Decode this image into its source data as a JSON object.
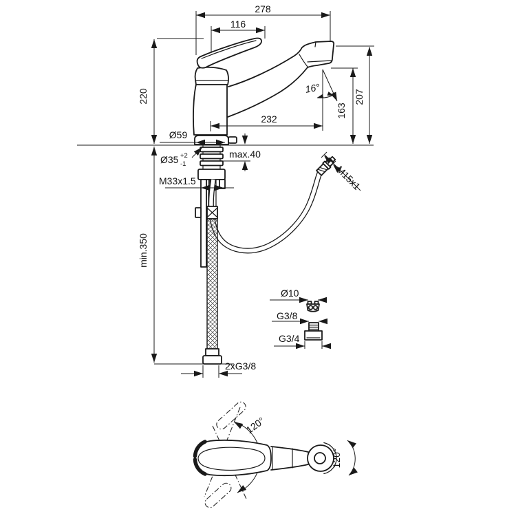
{
  "drawing": {
    "type": "faucet installation dimensional diagram",
    "line_color": "#1a1a1a",
    "background": "#ffffff"
  },
  "side_view": {
    "overall_width": "278",
    "handle_length": "116",
    "height_above_deck": "220",
    "total_height": "207",
    "spout_outlet_height": "163",
    "spout_reach": "232",
    "spray_angle": "16°",
    "base_diameter": "Ø59",
    "hole_diameter": "Ø35",
    "hole_tolerance_plus": "+2",
    "hole_tolerance_minus": "-1",
    "max_deck_thickness": "max.40",
    "shank_thread": "M33x1.5",
    "spray_hose_thread": "M15x1",
    "min_clearance_below": "min.350",
    "supply_connections": "2xG3/8"
  },
  "fitting_callouts": {
    "hose_diameter": "Ø10",
    "adapter_small_thread": "G3/8",
    "adapter_large_thread": "G3/4"
  },
  "top_view": {
    "spout_swivel_angle": "120°",
    "handle_swivel_angle": "120°"
  }
}
